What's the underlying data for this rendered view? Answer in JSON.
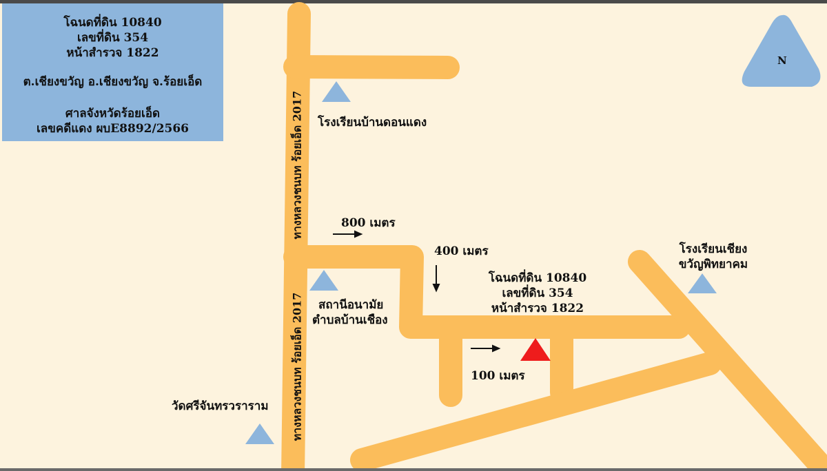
{
  "info_box": {
    "line1": "โฉนดที่ดิน 10840",
    "line2": "เลขที่ดิน 354",
    "line3": "หน้าสำรวจ 1822",
    "line4": "ต.เชียงขวัญ อ.เชียงขวัญ จ.ร้อยเอ็ด",
    "line5": "ศาลจังหวัดร้อยเอ็ด",
    "line6": "เลขคดีแดง ผบE8892/2566"
  },
  "north_label": "N",
  "highway_label": "ทางหลวงชนบท ร้อยเอ็ด 2017",
  "landmarks": {
    "school_don_daeng": "โรงเรียนบ้านดอนแดง",
    "health_station_line1": "สถานีอนามัย",
    "health_station_line2": "ตำบลบ้านเชือง",
    "temple": "วัดศรีจันทรวราราม",
    "school_chiang_line1": "โรงเรียนเชียง",
    "school_chiang_line2": "ขวัญพิทยาคม"
  },
  "distances": {
    "d800": "800 เมตร",
    "d400": "400 เมตร",
    "d100": "100 เมตร"
  },
  "property": {
    "line1": "โฉนดที่ดิน 10840",
    "line2": "เลขที่ดิน 354",
    "line3": "หน้าสำรวจ 1822"
  },
  "colors": {
    "background": "#fdf3de",
    "road": "#fbbd5b",
    "info_box": "#8db5dc",
    "landmark_marker": "#8db5dc",
    "property_marker": "#ee1c1c"
  }
}
